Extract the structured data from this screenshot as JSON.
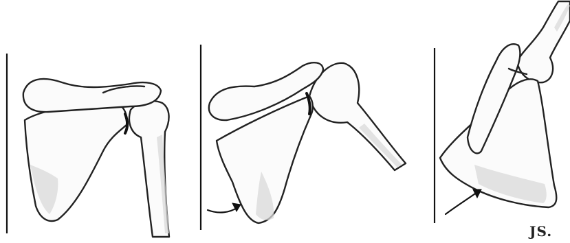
{
  "figure": {
    "panels": [
      {
        "name": "panel-1",
        "rotation": "neutral"
      },
      {
        "name": "panel-2",
        "rotation": "upward",
        "arrow": true
      },
      {
        "name": "panel-3",
        "rotation": "upward-more",
        "arrow": true
      }
    ],
    "signature": "JS."
  }
}
